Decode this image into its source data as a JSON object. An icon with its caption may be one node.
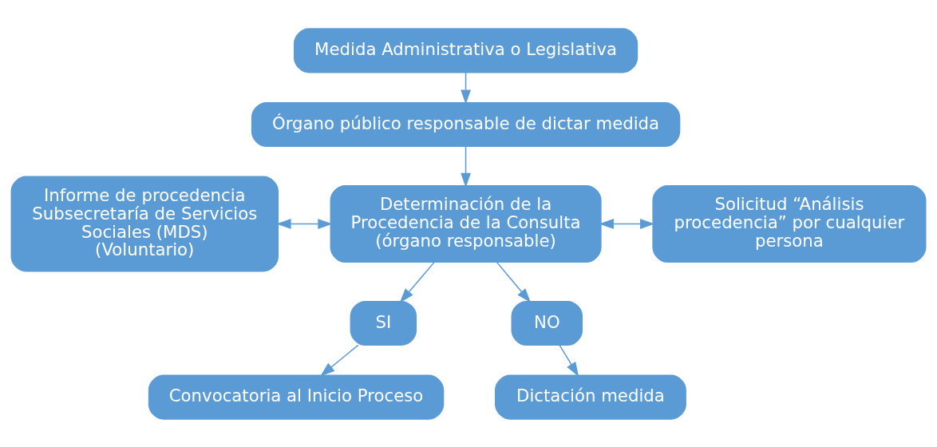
{
  "diagram": {
    "nodes": [
      {
        "text": [
          "Medida Administrativa o Legislativa"
        ]
      },
      {
        "text": [
          "Órgano público responsable de dictar medida"
        ]
      },
      {
        "text": [
          "Informe de procedencia Subsecretaría de Servicios Sociales (MDS) (Voluntario)"
        ]
      },
      {
        "text": [
          "Determinación de la Procedencia de la Consulta (órgano responsable)"
        ]
      },
      {
        "text": [
          "Solicitud “Análisis procedencia” por cualquier persona"
        ]
      },
      {
        "text": [
          "SI"
        ]
      },
      {
        "text": [
          "NO"
        ]
      },
      {
        "text": [
          "Convocatoria al Inicio Proceso"
        ]
      },
      {
        "text": [
          "Dictación medida"
        ]
      }
    ],
    "edges": [
      {
        "from": 0,
        "to": 1,
        "arrow": "to"
      },
      {
        "from": 1,
        "to": 3,
        "arrow": "to"
      },
      {
        "from": 2,
        "to": 3,
        "arrow": "both"
      },
      {
        "from": 3,
        "to": 4,
        "arrow": "both"
      },
      {
        "from": 3,
        "to": 5,
        "arrow": "to"
      },
      {
        "from": 3,
        "to": 6,
        "arrow": "to"
      },
      {
        "from": 5,
        "to": 7,
        "arrow": "to"
      },
      {
        "from": 6,
        "to": 8,
        "arrow": "to"
      }
    ]
  }
}
